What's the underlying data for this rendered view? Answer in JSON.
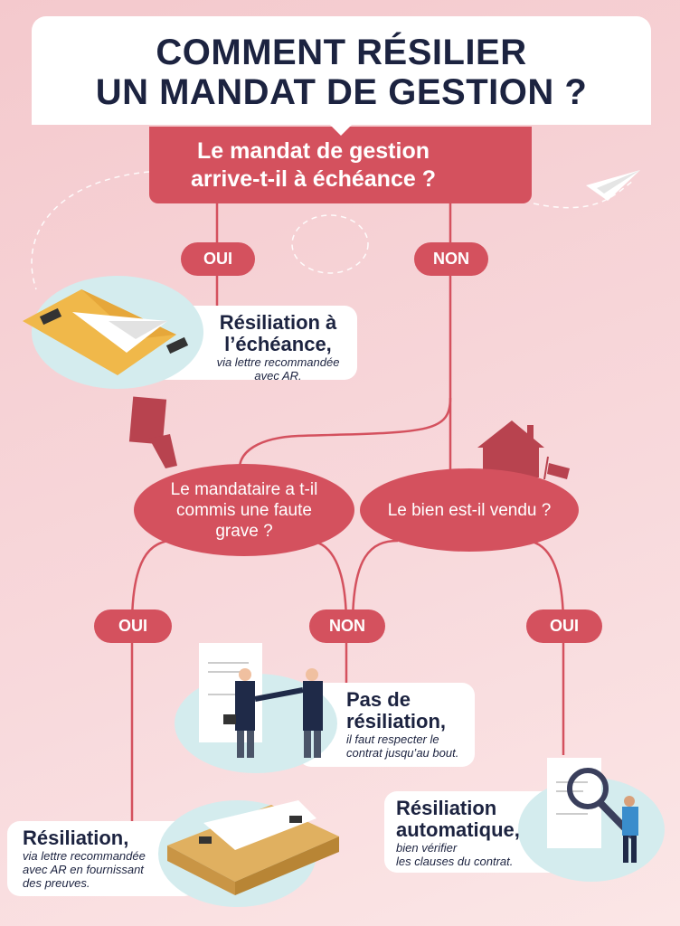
{
  "title": {
    "line1": "COMMENT RÉSILIER",
    "line2": "UN MANDAT DE GESTION ?"
  },
  "question1": {
    "line1": "Le mandat de gestion",
    "line2": "arrive-t-il à échéance ?",
    "icon": "calendar-icon"
  },
  "branch1": {
    "yes": "OUI",
    "no": "NON"
  },
  "result_echeance": {
    "heading1": "Résiliation à",
    "heading2": "l’échéance,",
    "sub1": "via lettre recommandée",
    "sub2": "avec AR.",
    "icon": "envelope-paper-plane-icon"
  },
  "question2": {
    "line1": "Le mandataire a t-il",
    "line2": "commis une faute",
    "line3": "grave ?",
    "icon": "red-card-icon"
  },
  "question3": {
    "text": "Le bien est-il vendu ?",
    "icon": "house-sold-icon"
  },
  "branch2": {
    "yes_left": "OUI",
    "no_middle": "NON",
    "yes_right": "OUI"
  },
  "result_no": {
    "heading1": "Pas de",
    "heading2": "résiliation,",
    "sub1": "il faut respecter le",
    "sub2": "contrat jusqu’au bout.",
    "icon": "handshake-icon"
  },
  "result_auto": {
    "heading1": "Résiliation",
    "heading2": "automatique,",
    "sub1": "bien vérifier",
    "sub2": "les clauses du contrat.",
    "icon": "magnifier-contract-icon"
  },
  "result_faute": {
    "heading": "Résiliation,",
    "sub1": "via lettre recommandée",
    "sub2": "avec AR en fournissant",
    "sub3": "des preuves.",
    "icon": "parcel-letter-icon"
  },
  "colors": {
    "accent": "#d4515e",
    "text": "#1c2340",
    "background": "#f8d9dc",
    "blob": "#d4ecee"
  }
}
